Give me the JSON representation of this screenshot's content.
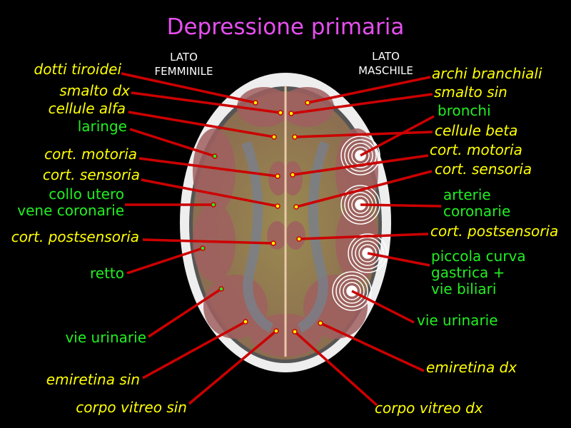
{
  "title": "Depressione primaria",
  "side_left": {
    "line1": "LATO",
    "line2": "FEMMINILE"
  },
  "side_right": {
    "line1": "LATO",
    "line2": "MASCHILE"
  },
  "colors": {
    "title": "#e64ff0",
    "yellow_label": "#ffff00",
    "green_label": "#22ee22",
    "leader_line": "#cc0000",
    "background": "#000000"
  },
  "left_labels": [
    {
      "text": "dotti tiroidei",
      "color": "yellow"
    },
    {
      "text": "smalto dx",
      "color": "yellow"
    },
    {
      "text": "cellule alfa",
      "color": "yellow"
    },
    {
      "text": "laringe",
      "color": "green"
    },
    {
      "text": "cort. motoria",
      "color": "yellow"
    },
    {
      "text": "cort. sensoria",
      "color": "yellow"
    },
    {
      "text": "collo utero",
      "color": "green"
    },
    {
      "text": "vene coronarie",
      "color": "green"
    },
    {
      "text": "cort. postsensoria",
      "color": "yellow"
    },
    {
      "text": "retto",
      "color": "green"
    },
    {
      "text": "vie urinarie",
      "color": "green"
    },
    {
      "text": "emiretina sin",
      "color": "yellow"
    },
    {
      "text": "corpo vitreo sin",
      "color": "yellow"
    }
  ],
  "right_labels": [
    {
      "text": "archi branchiali",
      "color": "yellow"
    },
    {
      "text": "smalto sin",
      "color": "yellow"
    },
    {
      "text": "bronchi",
      "color": "green"
    },
    {
      "text": "cellule beta",
      "color": "yellow"
    },
    {
      "text": "cort. motoria",
      "color": "yellow"
    },
    {
      "text": "cort. sensoria",
      "color": "yellow"
    },
    {
      "text": "arterie",
      "color": "green"
    },
    {
      "text": "coronarie",
      "color": "green"
    },
    {
      "text": "cort. postsensoria",
      "color": "yellow"
    },
    {
      "text": "piccola curva",
      "color": "green"
    },
    {
      "text": "gastrica +",
      "color": "green"
    },
    {
      "text": "vie biliari",
      "color": "green"
    },
    {
      "text": "vie urinarie",
      "color": "green"
    },
    {
      "text": "emiretina dx",
      "color": "yellow"
    },
    {
      "text": "corpo vitreo dx",
      "color": "yellow"
    }
  ]
}
